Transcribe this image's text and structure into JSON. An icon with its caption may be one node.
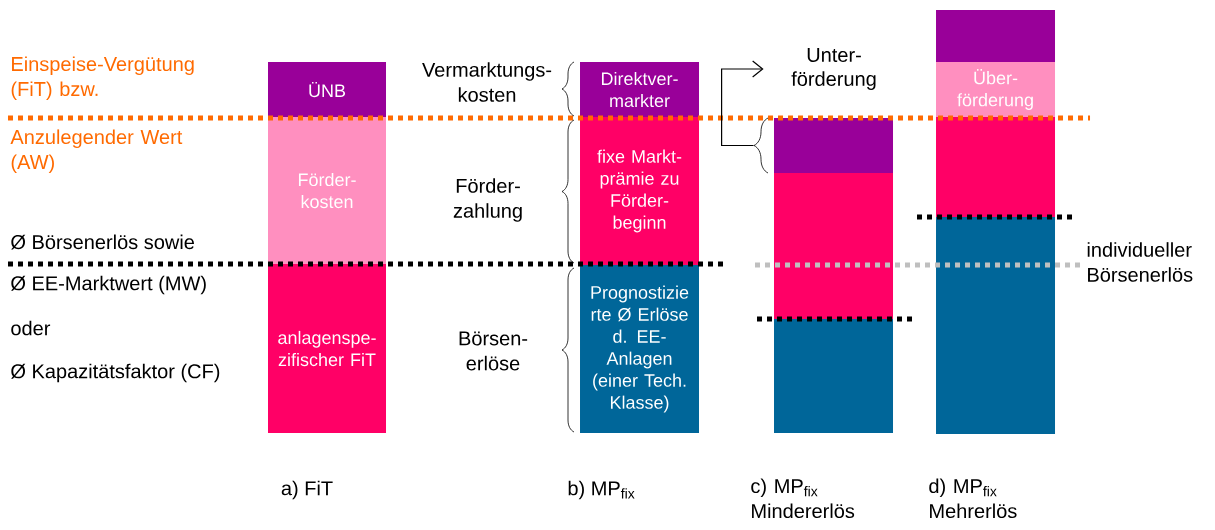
{
  "diagram": {
    "nodes": [
      {
        "text": [
          "ÜNB"
        ]
      },
      {
        "text": [
          "Förder- kosten"
        ]
      },
      {
        "text": [
          "anlagenspe- zifischer FiT"
        ]
      },
      {
        "text": [
          "Direktver- markter"
        ]
      },
      {
        "text": [
          "fixe Markt- prämie zu Förder- beginn"
        ]
      },
      {
        "text": [
          "Prognostizie rte Ø Erlöse d. EE- Anlagen (einer Tech. Klasse)"
        ]
      },
      {
        "text": [
          "Unter- förderung"
        ]
      },
      {
        "text": [],
        "shape": "bar"
      },
      {
        "text": [],
        "shape": "bar"
      },
      {
        "text": [],
        "shape": "bar"
      },
      {
        "text": [],
        "shape": "bar"
      },
      {
        "text": [
          "Über- förderung"
        ]
      },
      {
        "text": [],
        "shape": "bar"
      },
      {
        "text": [],
        "shape": "bar"
      }
    ],
    "edges": [
      {
        "from": 7,
        "to": 6,
        "arrow": "to"
      }
    ],
    "labels": [
      "Einspeise-Vergütung (FiT) bzw.",
      "Anzulegender Wert (AW)",
      "Ø Börsenerlös sowie",
      "Ø EE-Marktwert (MW)",
      "oder",
      "Ø Kapazitätsfaktor (CF)",
      "Vermarktungs- kosten",
      "Förder- zahlung",
      "Börsen- erlöse",
      "individueller Börsenerlös",
      "a) FiT",
      "b) MP$_{fix}$",
      "c) MP$_{fix}$ Mindererlös",
      "d) MP$_{fix}$ Mehrerlös"
    ]
  }
}
